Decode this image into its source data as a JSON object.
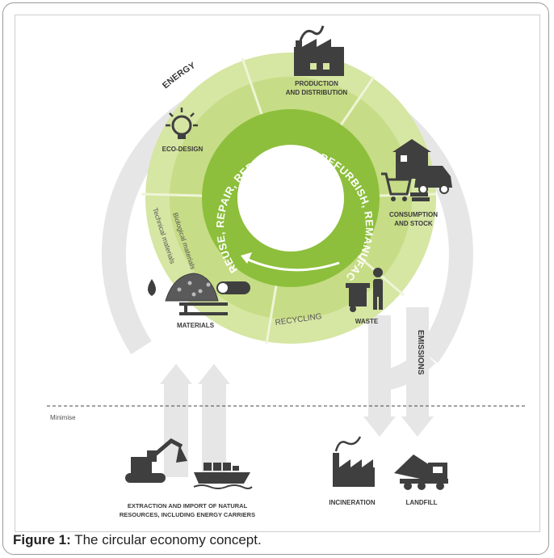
{
  "diagram": {
    "energy_label": "ENERGY",
    "emissions_label": "EMISSIONS",
    "minimise_label": "Minimise",
    "inner_ring_text": "REUSE, REPAIR, REDISTRIBUTE, REFURBISH, REMANUFACTURE",
    "segments": {
      "production_line1": "PRODUCTION",
      "production_line2": "AND DISTRIBUTION",
      "eco_design": "ECO-DESIGN",
      "consumption_line1": "CONSUMPTION",
      "consumption_line2": "AND STOCK",
      "waste": "WASTE",
      "recycling": "RECYCLING",
      "materials": "MATERIALS",
      "biological_materials": "Biological materials",
      "technical_materials": "Technical materials"
    },
    "bottom": {
      "extraction_line1": "EXTRACTION AND IMPORT OF NATURAL",
      "extraction_line2": "RESOURCES, INCLUDING ENERGY CARRIERS",
      "incineration": "INCINERATION",
      "landfill": "LANDFILL"
    },
    "colors": {
      "ring_light": "#d8e6a6",
      "ring_mid": "#c2d97a",
      "ring_dark": "#8dbf3c",
      "arrow_grey": "#e6e6e6",
      "icon_dark": "#3f3f3f"
    }
  },
  "caption": {
    "label": "Figure 1:",
    "text": " The circular economy concept."
  }
}
